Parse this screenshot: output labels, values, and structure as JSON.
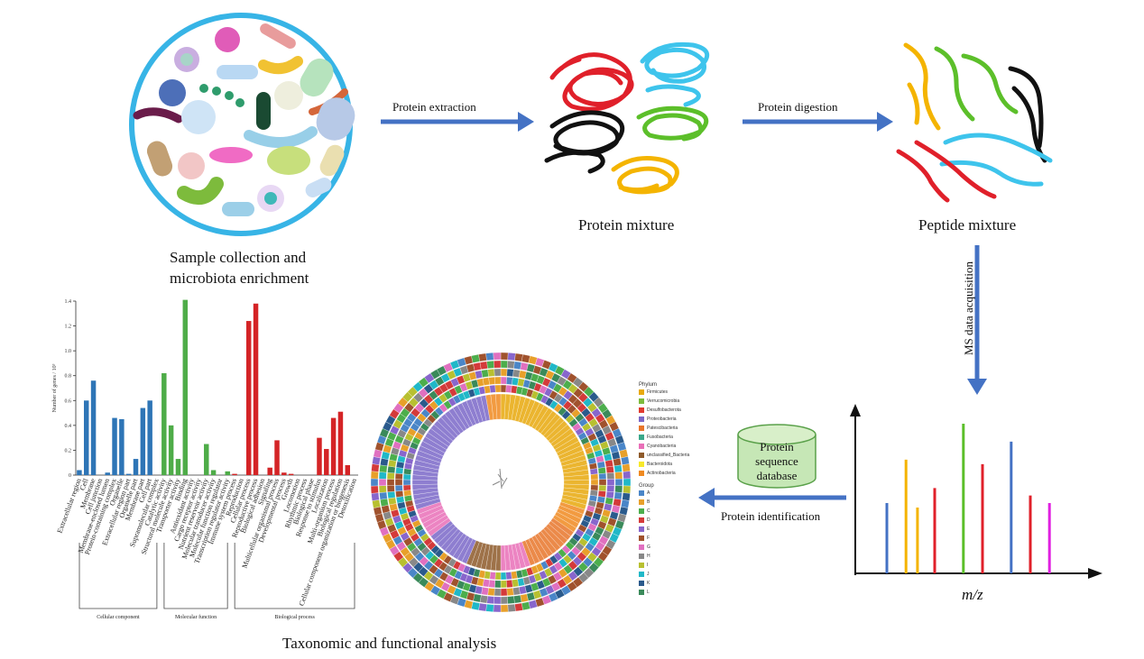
{
  "labels": {
    "sample_collection": "Sample collection and",
    "microbiota_enrichment": "microbiota enrichment",
    "protein_mixture": "Protein mixture",
    "peptide_mixture": "Peptide mixture",
    "protein_extraction": "Protein extraction",
    "protein_digestion": "Protein digestion",
    "ms_data_acquisition": "MS data acquisition",
    "protein_identification": "Protein identification",
    "db_line1": "Protein",
    "db_line2": "sequence",
    "db_line3": "database",
    "mz": "m/z",
    "taxonomic_functional": "Taxonomic and functional analysis"
  },
  "colors": {
    "arrow": "#4472c4",
    "red": "#e0202a",
    "cyan": "#3ec4ec",
    "black": "#111111",
    "green": "#5cbf2a",
    "orange": "#f4b400",
    "db_fill": "#c6e7b6",
    "db_stroke": "#5aa14a",
    "go_blue": "#2e75b6",
    "go_green": "#4eac48",
    "go_red": "#d42426"
  },
  "spectrum": {
    "peaks": [
      {
        "mz": 1,
        "intensity": 0.47,
        "color": "#4472c4"
      },
      {
        "mz": 2,
        "intensity": 0.76,
        "color": "#f4b400"
      },
      {
        "mz": 2.6,
        "intensity": 0.44,
        "color": "#f4b400"
      },
      {
        "mz": 3.5,
        "intensity": 0.57,
        "color": "#e0202a"
      },
      {
        "mz": 5,
        "intensity": 1.0,
        "color": "#5cbf2a"
      },
      {
        "mz": 6,
        "intensity": 0.73,
        "color": "#e0202a"
      },
      {
        "mz": 7.5,
        "intensity": 0.88,
        "color": "#4472c4"
      },
      {
        "mz": 8.5,
        "intensity": 0.52,
        "color": "#e0202a"
      },
      {
        "mz": 9.5,
        "intensity": 0.47,
        "color": "#e020e0"
      }
    ]
  },
  "chart_data": {
    "type": "bar",
    "ylabel": "Number of genes / 10³",
    "ylim": [
      0,
      1.4
    ],
    "yticks": [
      "0",
      "0.2",
      "0.4",
      "0.6",
      "0.8",
      "1.0",
      "1.2",
      "1.4"
    ],
    "categories": [
      "Extracellular region",
      "Cell",
      "Membrane",
      "Cell junction",
      "Membrane-enclosed lumen",
      "Protein-containing complex",
      "Organelle",
      "Extracellular region part",
      "Organelle part",
      "Membrane part",
      "Cell part",
      "Supramolecular complex",
      "Catalytic activity",
      "Structural molecule activity",
      "Transporter activity",
      "Binding",
      "Antioxidant activity",
      "Cargo receptor activity",
      "Nutrient reservoir activity",
      "Molecular transducer activity",
      "Molecular function regulator",
      "Transcription regulator activity",
      "Immune system process",
      "Reproduction",
      "Cellular process",
      "Reproductive process",
      "Biological adhesion",
      "Signaling",
      "Multicellular organismal process",
      "Developmental process",
      "Growth",
      "Locomotion",
      "Rhythmic process",
      "Biological phase",
      "Response to stimulus",
      "Localization",
      "Multi-organism process",
      "Biological regulation",
      "Cellular component organization or biogenesis",
      "Detoxification"
    ],
    "values": [
      0.04,
      0.6,
      0.76,
      0.0,
      0.02,
      0.46,
      0.45,
      0.01,
      0.13,
      0.54,
      0.6,
      0.0,
      0.82,
      0.4,
      0.13,
      1.41,
      0.0,
      0.0,
      0.25,
      0.04,
      0.0,
      0.03,
      0.01,
      0.0,
      1.24,
      1.38,
      0.0,
      0.06,
      0.28,
      0.02,
      0.01,
      0.0,
      0.0,
      0.0,
      0.3,
      0.21,
      0.46,
      0.51,
      0.08,
      0.0
    ],
    "groups": [
      {
        "name": "Cellular component",
        "start": 0,
        "end": 11,
        "color": "#2e75b6"
      },
      {
        "name": "Molecular function",
        "start": 12,
        "end": 21,
        "color": "#4eac48"
      },
      {
        "name": "Biological process",
        "start": 22,
        "end": 39,
        "color": "#d42426"
      }
    ]
  },
  "tree_legend": {
    "phylum_title": "Phylum",
    "phylum": [
      {
        "name": "Firmicutes",
        "color": "#e8a90c"
      },
      {
        "name": "Verrucomicrobia",
        "color": "#7dbb3c"
      },
      {
        "name": "Desulfobacterota",
        "color": "#e03a2f"
      },
      {
        "name": "Proteobacteria",
        "color": "#7b68c8"
      },
      {
        "name": "Patescibacteria",
        "color": "#e8762b"
      },
      {
        "name": "Fusobacteria",
        "color": "#3aa88a"
      },
      {
        "name": "Cyanobacteria",
        "color": "#e96fb8"
      },
      {
        "name": "unclassified_Bacteria",
        "color": "#8e5a2a"
      },
      {
        "name": "Bacteroidota",
        "color": "#f7e82a"
      },
      {
        "name": "Actinobacteria",
        "color": "#f08a20"
      }
    ],
    "group_title": "Group",
    "group": [
      {
        "name": "A",
        "color": "#4a86c8"
      },
      {
        "name": "B",
        "color": "#e8a02a"
      },
      {
        "name": "C",
        "color": "#4cae4c"
      },
      {
        "name": "D",
        "color": "#d43a3a"
      },
      {
        "name": "E",
        "color": "#8866cc"
      },
      {
        "name": "F",
        "color": "#a0522d"
      },
      {
        "name": "G",
        "color": "#e070c0"
      },
      {
        "name": "H",
        "color": "#888888"
      },
      {
        "name": "I",
        "color": "#b8c030"
      },
      {
        "name": "J",
        "color": "#20b8c8"
      },
      {
        "name": "K",
        "color": "#2a5a8c"
      },
      {
        "name": "L",
        "color": "#3a8a5a"
      }
    ]
  }
}
